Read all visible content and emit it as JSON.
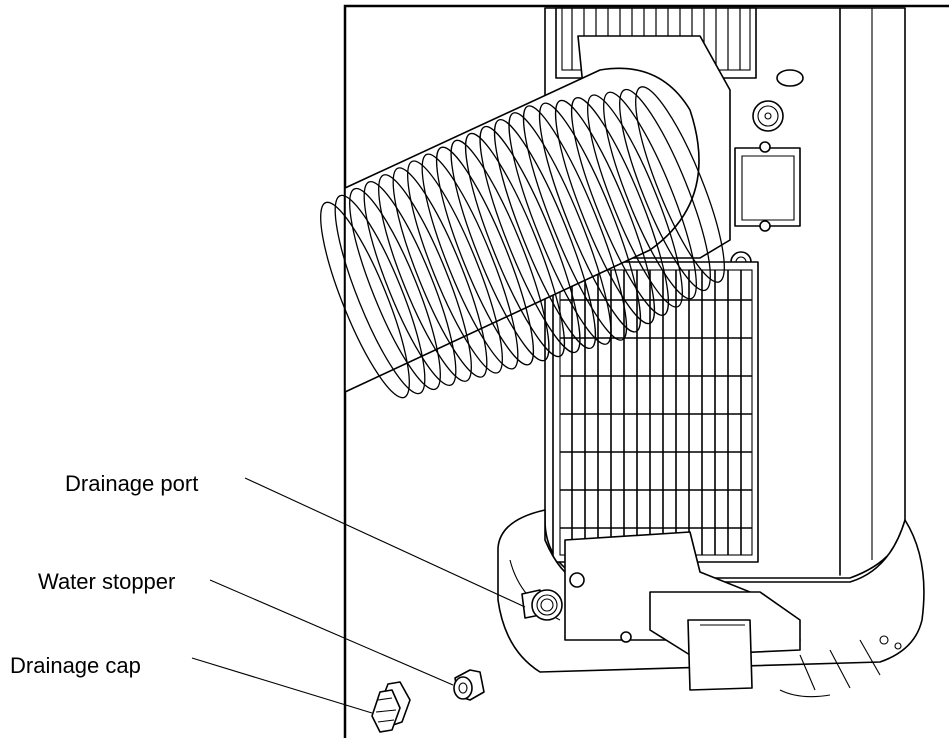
{
  "labels": {
    "drainage_port": "Drainage port",
    "water_stopper": "Water stopper",
    "drainage_cap": "Drainage cap"
  },
  "colors": {
    "ink": "#000000",
    "background": "#ffffff"
  }
}
